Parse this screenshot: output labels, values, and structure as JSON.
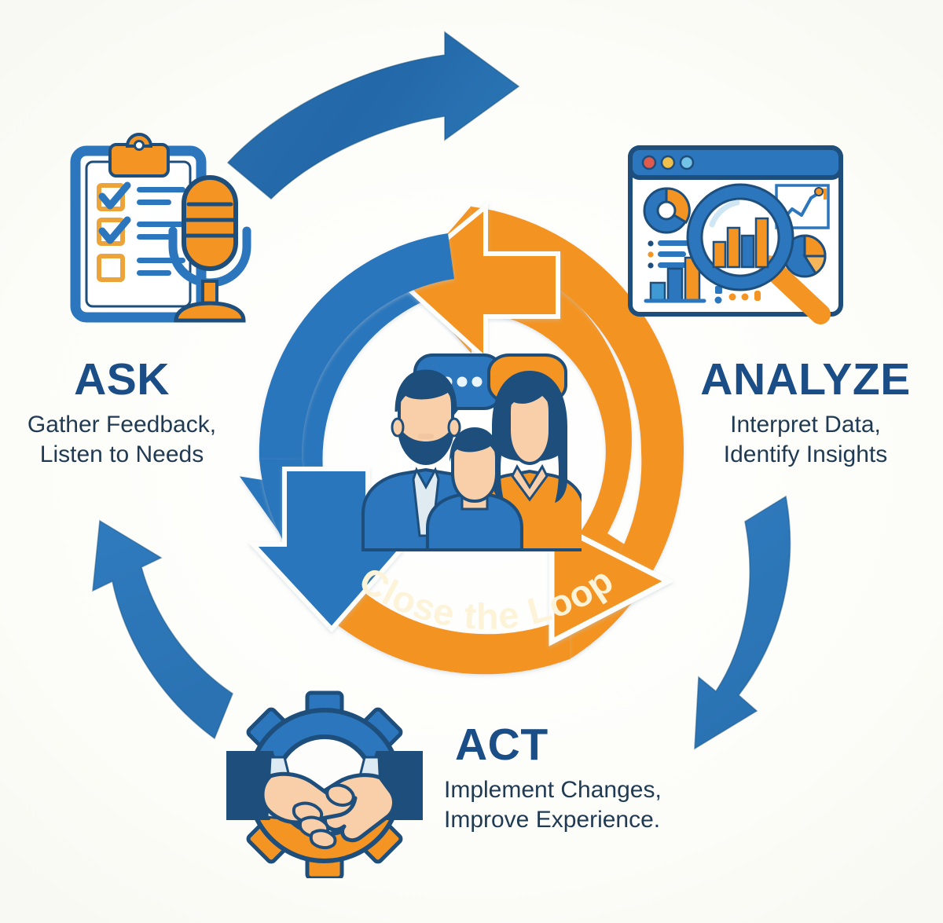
{
  "diagram": {
    "title_center": "Close the Loop",
    "background_color": "#fdfdfb",
    "palette": {
      "blue": "#2b76bc",
      "blue_dark": "#1b4e86",
      "blue_deep": "#1d4e7c",
      "orange": "#f39423",
      "orange_light": "#f9a83a",
      "navy_text": "#1f3a52",
      "cream_text": "#fdf3d8",
      "skin": "#f9cfa9",
      "white": "#ffffff"
    }
  },
  "stages": [
    {
      "id": "ask",
      "title": "ASK",
      "subtitle": "Gather Feedback,\nListen to Needs",
      "icon_name": "clipboard-microphone-icon",
      "icon_parts": [
        "clipboard",
        "checklist",
        "microphone"
      ]
    },
    {
      "id": "analyze",
      "title": "ANALYZE",
      "subtitle": "Interpret Data,\nIdentify Insights",
      "icon_name": "dashboard-magnifier-icon",
      "icon_parts": [
        "browser-window",
        "donut-chart",
        "bar-chart",
        "line-chart",
        "pie-chart",
        "magnifying-glass"
      ]
    },
    {
      "id": "act",
      "title": "ACT",
      "subtitle": "Implement Changes,\nImprove Experience.",
      "icon_name": "gear-handshake-icon",
      "icon_parts": [
        "gear",
        "handshake"
      ]
    }
  ],
  "center": {
    "icon_name": "customer-group-icon",
    "people": [
      "bearded-man",
      "child",
      "woman"
    ],
    "speech_bubbles": [
      "blue-bubble-with-dots",
      "orange-bubble"
    ],
    "loop_label": "Close the Loop"
  },
  "cycle_arrows": [
    {
      "name": "inner-blue-arc-arrow",
      "color": "#2b76bc",
      "from": "top",
      "to": "bottom-left",
      "direction": "counterclockwise"
    },
    {
      "name": "inner-orange-arc-arrow",
      "color": "#f39423",
      "from": "bottom-left",
      "to": "top",
      "direction": "clockwise"
    }
  ],
  "outer_arrows": [
    {
      "name": "outer-arrow-ask-to-analyze",
      "color": "#2166a8",
      "direction": "up-right",
      "position": "top"
    },
    {
      "name": "outer-arrow-analyze-to-act",
      "color": "#2b76bc",
      "direction": "down-left",
      "position": "right"
    },
    {
      "name": "outer-arrow-act-to-ask",
      "color": "#2b76bc",
      "direction": "up-left",
      "position": "left"
    }
  ]
}
